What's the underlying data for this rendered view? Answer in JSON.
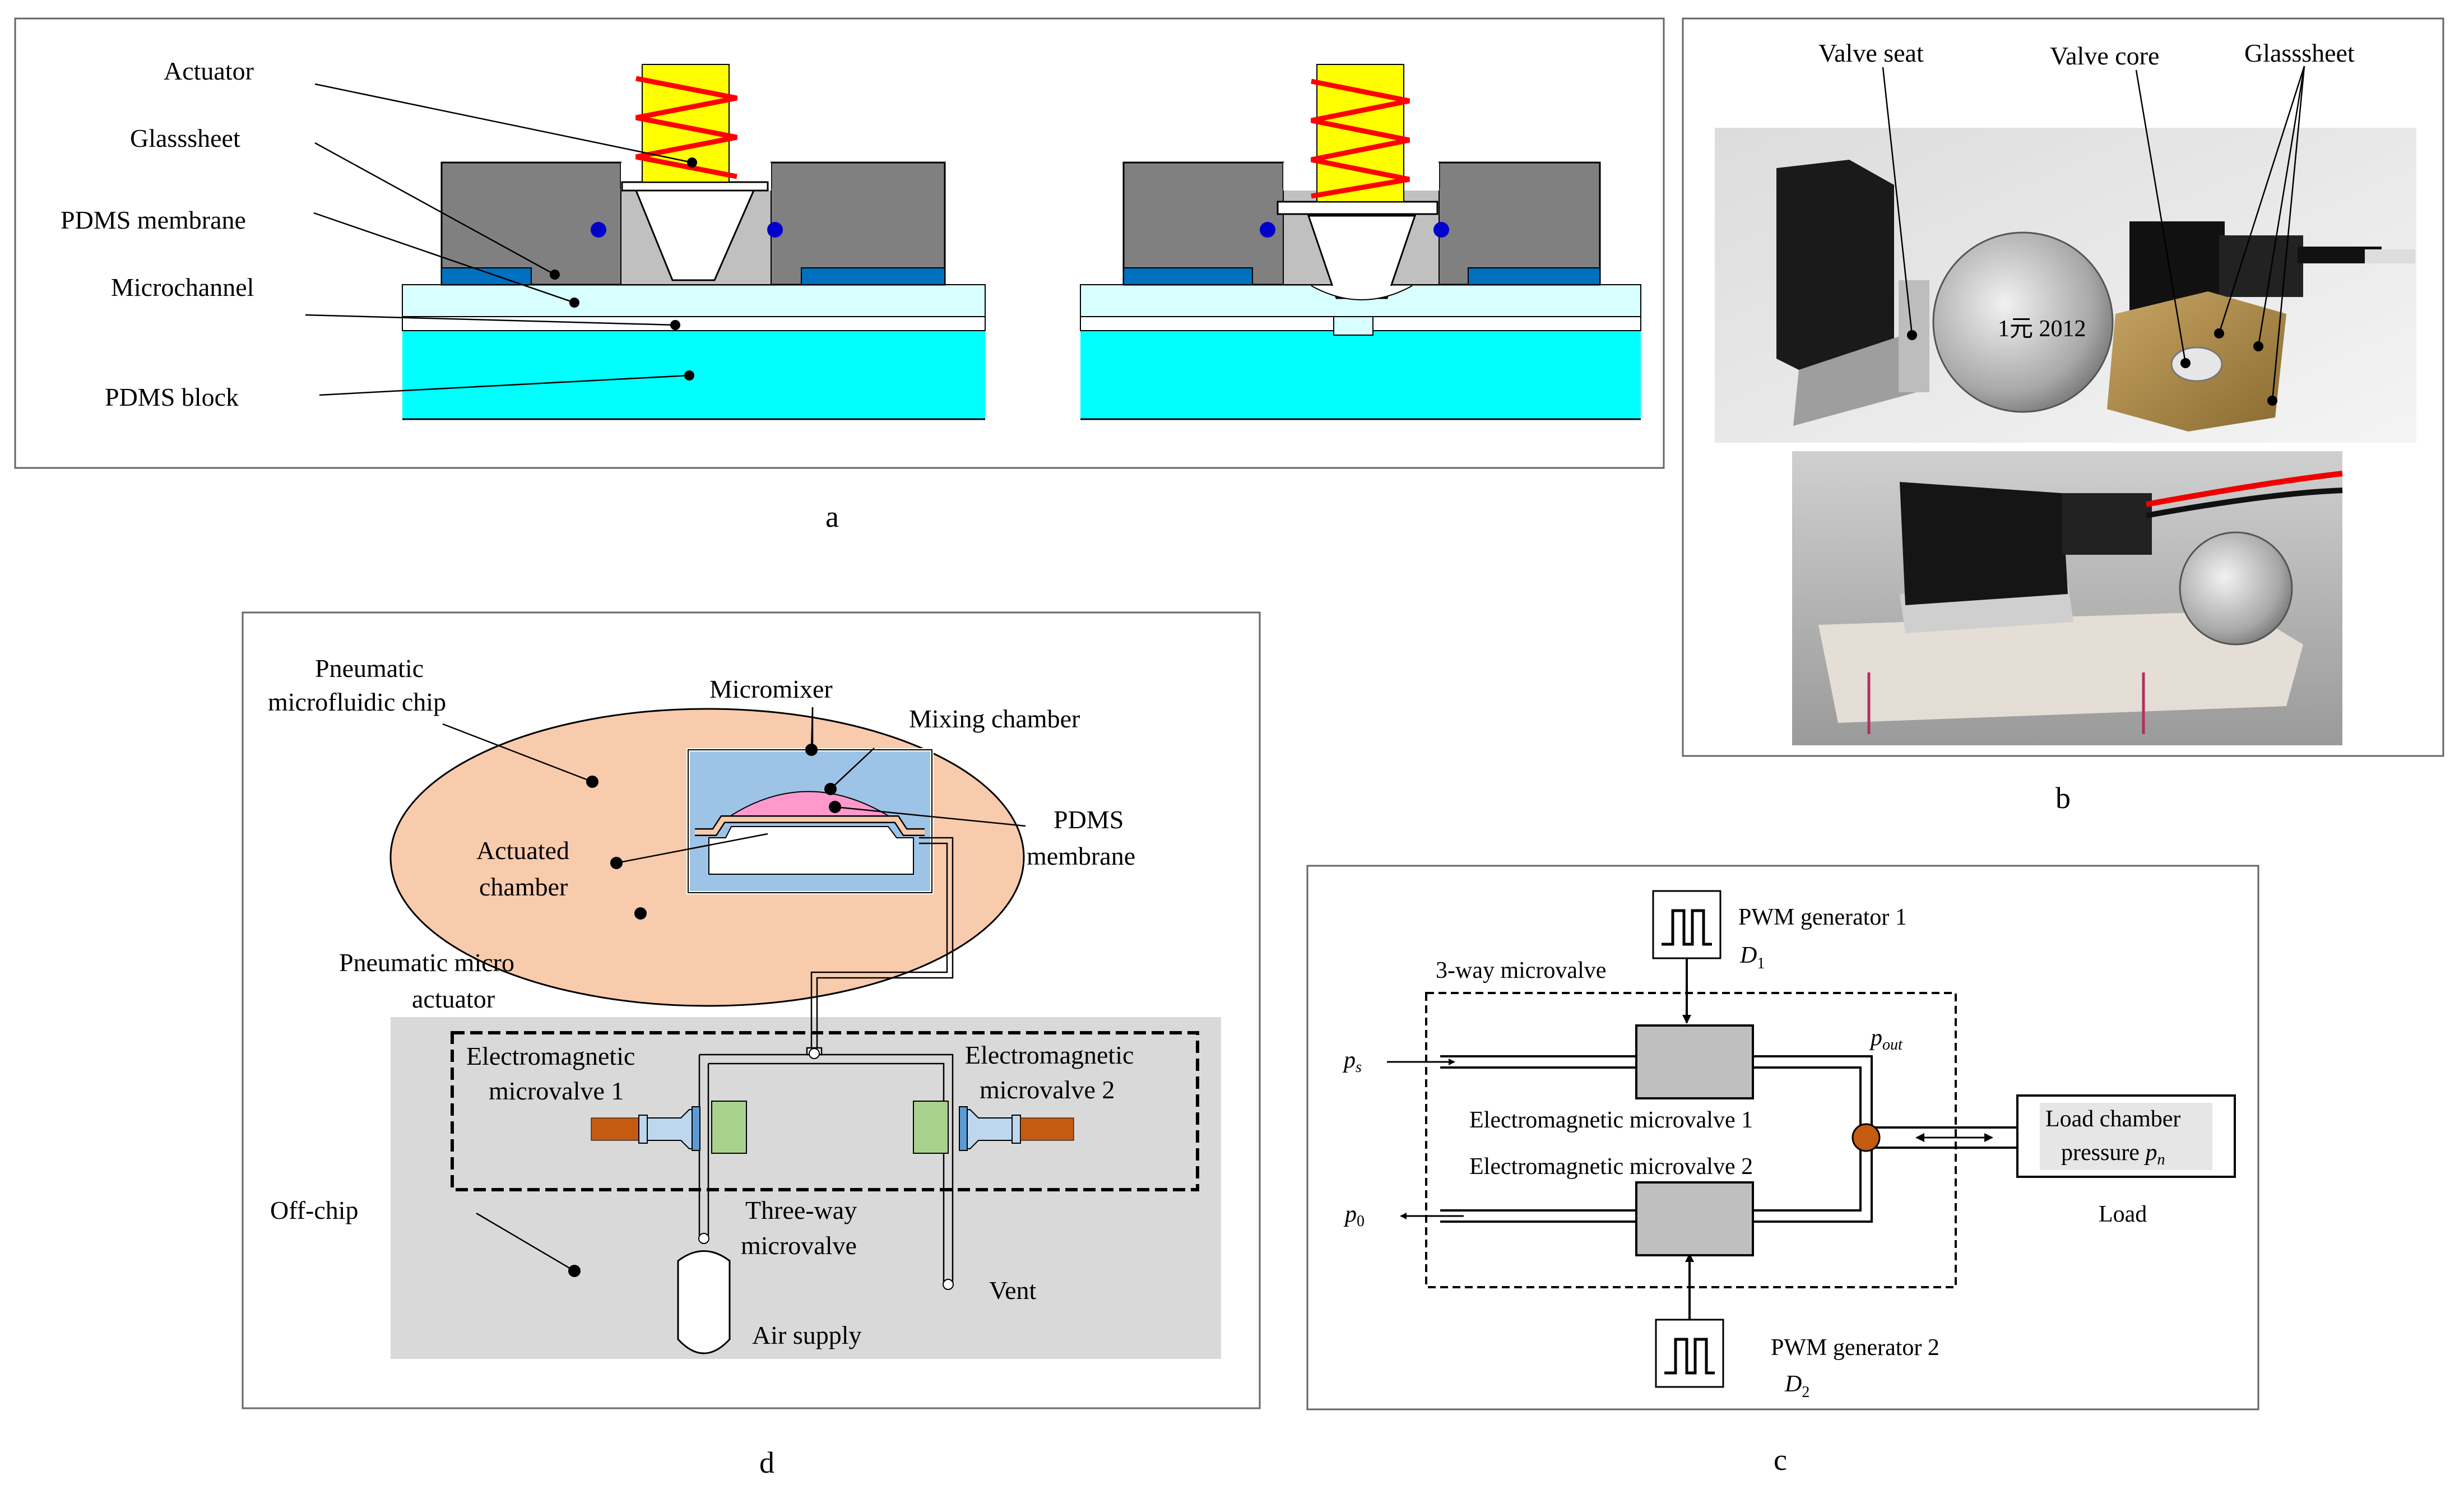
{
  "panel_a": {
    "caption": "a",
    "labels": {
      "actuator": "Actuator",
      "glasssheet": "Glasssheet",
      "pdms_membrane": "PDMS membrane",
      "microchannel": "Microchannel",
      "pdms_block": "PDMS block"
    }
  },
  "panel_b": {
    "caption": "b",
    "labels": {
      "valve_seat": "Valve seat",
      "valve_core": "Valve core",
      "glasssheet": "Glasssheet"
    },
    "coin_text": "1元 2012"
  },
  "panel_c": {
    "caption": "c",
    "pwm1": "PWM generator 1",
    "d1": "D",
    "d1_sub": "1",
    "pwm2": "PWM generator 2",
    "d2": "D",
    "d2_sub": "2",
    "three_way": "3-way microvalve",
    "ps": "p",
    "ps_sub": "s",
    "p0": "p",
    "p0_sub": "0",
    "pout": "p",
    "pout_sub": "out",
    "valve1": "Electromagnetic microvalve 1",
    "valve2": "Electromagnetic microvalve 2",
    "load_chamber": "Load chamber",
    "pressure": "pressure ",
    "pn": "p",
    "pn_sub": "n",
    "load": "Load"
  },
  "panel_d": {
    "caption": "d",
    "labels": {
      "chip_line1": "Pneumatic",
      "chip_line2": "microfluidic chip",
      "micromixer": "Micromixer",
      "mixing_chamber": "Mixing chamber",
      "pdms_line1": "PDMS",
      "pdms_line2": "membrane",
      "actuated_line1": "Actuated",
      "actuated_line2": "chamber",
      "micro_act_line1": "Pneumatic micro",
      "micro_act_line2": "actuator",
      "ev1_line1": "Electromagnetic",
      "ev1_line2": "microvalve 1",
      "ev2_line1": "Electromagnetic",
      "ev2_line2": "microvalve 2",
      "off_chip": "Off-chip",
      "three_way_line1": "Three-way",
      "three_way_line2": "microvalve",
      "vent": "Vent",
      "air_supply": "Air supply"
    }
  },
  "colors": {
    "cyan": "#00ffff",
    "light_cyan": "#d8ffff",
    "gray": "#808080",
    "light_gray": "#c0c0c0",
    "blue_strip": "#0070c0",
    "coil_red": "#ff0000",
    "core_yellow": "#ffff00",
    "chip_orange": "#f8cbad",
    "mixer_blue": "#9dc3e6",
    "membrane_pink": "#ff99cc",
    "offchip_gray": "#d9d9d9",
    "valve_green": "#a9d18e",
    "valve_brown": "#c55a11",
    "valve_cyan": "#bdd7ee",
    "block_gray": "#bfbfbf"
  }
}
